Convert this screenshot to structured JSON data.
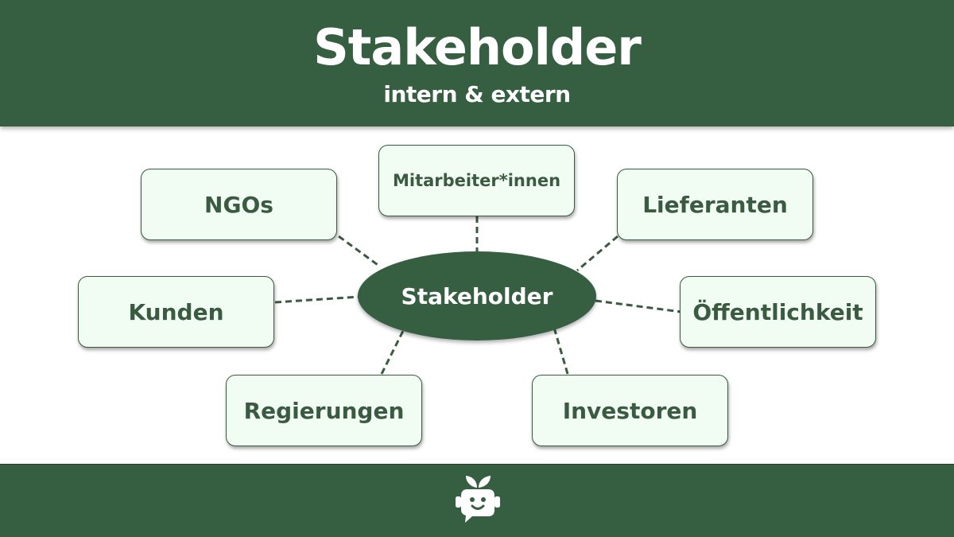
{
  "header": {
    "title": "Stakeholder",
    "subtitle": "intern & extern"
  },
  "diagram": {
    "center": "Stakeholder",
    "nodes": {
      "mitarbeiter": "Mitarbeiter*innen",
      "ngos": "NGOs",
      "lieferanten": "Lieferanten",
      "kunden": "Kunden",
      "oeffentlichkeit": "Öffentlichkeit",
      "regierungen": "Regierungen",
      "investoren": "Investoren"
    }
  },
  "footer": {
    "logo_icon": "sprout-robot-icon"
  },
  "colors": {
    "brand_green": "#365e40",
    "node_fill": "#f1fcf2",
    "node_text": "#3a5a41",
    "connector": "#3a5a41",
    "white": "#ffffff"
  }
}
